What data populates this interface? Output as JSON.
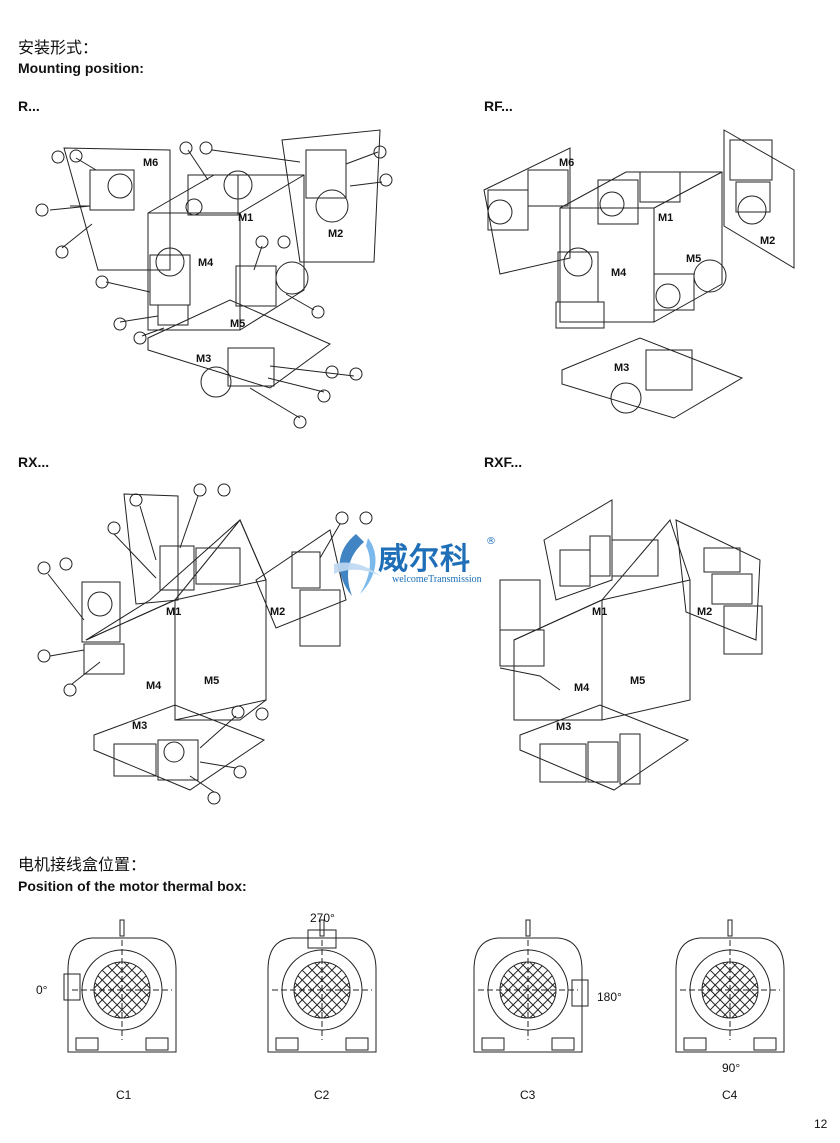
{
  "mounting": {
    "title_cn": "安装形式：",
    "title_en": "Mounting position:"
  },
  "series": [
    {
      "name": "R...",
      "labels": [
        "M6",
        "M1",
        "M2",
        "M4",
        "M5",
        "M3"
      ]
    },
    {
      "name": "RF...",
      "labels": [
        "M6",
        "M1",
        "M2",
        "M4",
        "M5",
        "M3"
      ]
    },
    {
      "name": "RX...",
      "labels": [
        "M1",
        "M2",
        "M4",
        "M5",
        "M3"
      ]
    },
    {
      "name": "RXF...",
      "labels": [
        "M1",
        "M2",
        "M4",
        "M5",
        "M3"
      ]
    }
  ],
  "thermal_box": {
    "title_cn": "电机接线盒位置：",
    "title_en": "Position of the motor thermal box:",
    "views": [
      {
        "caption": "C1",
        "angle": "0°"
      },
      {
        "caption": "C2",
        "angle": "270°"
      },
      {
        "caption": "C3",
        "angle": "180°"
      },
      {
        "caption": "C4",
        "angle": "90°"
      }
    ]
  },
  "watermark": {
    "brand_cn": "威尔科",
    "brand_en": "welcomeTransmission",
    "mark": "®"
  },
  "page_number": "12"
}
